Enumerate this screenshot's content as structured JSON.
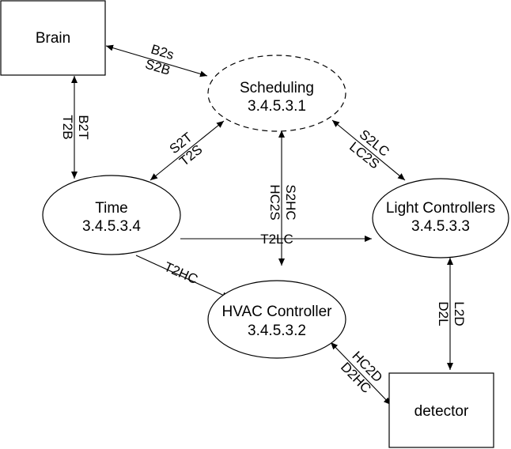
{
  "nodes": {
    "brain": {
      "label": "Brain"
    },
    "scheduling": {
      "label": "Scheduling",
      "id": "3.4.5.3.1"
    },
    "time": {
      "label": "Time",
      "id": "3.4.5.3.4"
    },
    "light": {
      "label": "Light Controllers",
      "id": "3.4.5.3.3"
    },
    "hvac": {
      "label": "HVAC Controller",
      "id": "3.4.5.3.2"
    },
    "detector": {
      "label": "detector"
    }
  },
  "edges": {
    "brain_sched": [
      "B2s",
      "S2B"
    ],
    "brain_time": [
      "B2T",
      "T2B"
    ],
    "time_sched": [
      "S2T",
      "T2S"
    ],
    "sched_hvac": [
      "S2HC",
      "HC2S"
    ],
    "sched_light": [
      "S2LC",
      "LC2S"
    ],
    "time_light": "T2LC",
    "time_hvac": "T2HC",
    "light_detector": [
      "L2D",
      "D2L"
    ],
    "hvac_detector": [
      "HC2D",
      "D2HC"
    ]
  }
}
